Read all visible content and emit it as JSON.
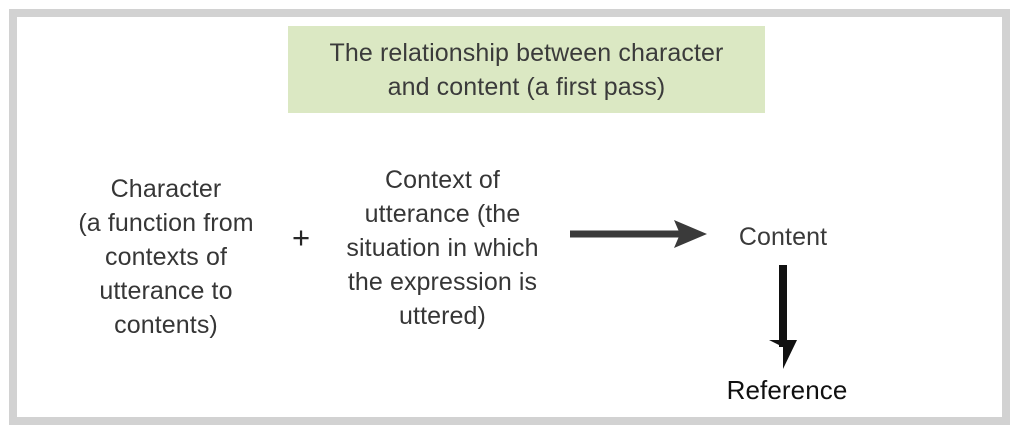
{
  "figure": {
    "title": "The relationship between character\nand content (a first pass)",
    "background_color": "#ffffff",
    "frame_color": "#d2d2d2",
    "title_banner_color": "#dbe8c3",
    "title_text_color": "#3b3b3b"
  },
  "equation": {
    "left_term": {
      "label": "Character\n(a function from\ncontexts of\nutterance to\ncontents)",
      "plain": "Character (a function from contexts of utterance to contents)"
    },
    "operator": "+",
    "middle_term": {
      "label": "Context of\nutterance (the\nsituation in which\nthe expression is\nuttered)",
      "plain": "Context of utterance (the situation in which the expression is uttered)"
    },
    "result_term": {
      "label": "Content"
    },
    "derived_term": {
      "label": "Reference"
    }
  },
  "arrows": [
    {
      "name": "arrow-character-context-to-content",
      "direction": "right",
      "from": "Context of utterance",
      "to": "Content",
      "color": "#3a3a3a"
    },
    {
      "name": "arrow-content-to-reference",
      "direction": "down",
      "from": "Content",
      "to": "Reference",
      "color": "#111111"
    }
  ]
}
